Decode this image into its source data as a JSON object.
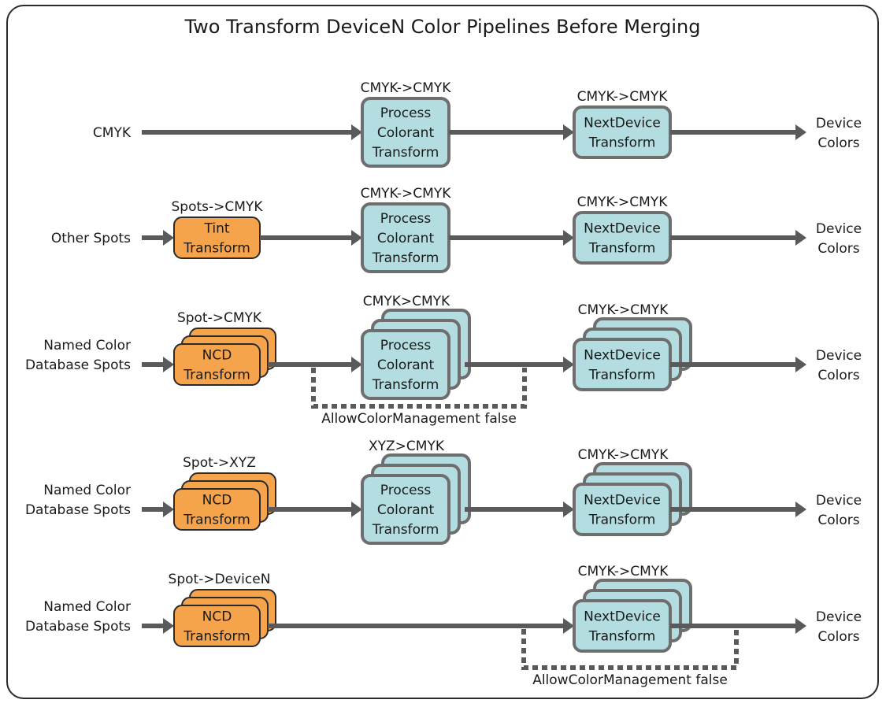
{
  "title": "Two Transform DeviceN Color Pipelines Before Merging",
  "colors": {
    "arrow": "#5a5a5a",
    "orange_fill": "#f6a44c",
    "orange_stroke": "#2a2a2a",
    "teal_fill": "#b3dde1",
    "teal_stroke": "#6e6e6e",
    "dash": "#5a5a5a"
  },
  "rows": [
    {
      "input": [
        "CMYK"
      ],
      "source": null,
      "process": {
        "header": "CMYK->CMYK",
        "lines": [
          "Process",
          "Colorant",
          "Transform"
        ],
        "stacked": false
      },
      "next": {
        "header": "CMYK->CMYK",
        "lines": [
          "NextDevice",
          "Transform"
        ],
        "stacked": false
      },
      "output": [
        "Device",
        "Colors"
      ]
    },
    {
      "input": [
        "Other Spots"
      ],
      "source": {
        "header": "Spots->CMYK",
        "lines": [
          "Tint",
          "Transform"
        ],
        "stacked": false
      },
      "process": {
        "header": "CMYK->CMYK",
        "lines": [
          "Process",
          "Colorant",
          "Transform"
        ],
        "stacked": false
      },
      "next": {
        "header": "CMYK->CMYK",
        "lines": [
          "NextDevice",
          "Transform"
        ],
        "stacked": false
      },
      "output": [
        "Device",
        "Colors"
      ]
    },
    {
      "input": [
        "Named Color",
        "Database Spots"
      ],
      "source": {
        "header": "Spot->CMYK",
        "lines": [
          "NCD",
          "Transform"
        ],
        "stacked": true
      },
      "process": {
        "header": "CMYK>CMYK",
        "lines": [
          "Process",
          "Colorant",
          "Transform"
        ],
        "stacked": true
      },
      "next": {
        "header": "CMYK->CMYK",
        "lines": [
          "NextDevice",
          "Transform"
        ],
        "stacked": true
      },
      "output": [
        "Device",
        "Colors"
      ],
      "bypass": "AllowColorManagement false"
    },
    {
      "input": [
        "Named Color",
        "Database Spots"
      ],
      "source": {
        "header": "Spot->XYZ",
        "lines": [
          "NCD",
          "Transform"
        ],
        "stacked": true
      },
      "process": {
        "header": "XYZ>CMYK",
        "lines": [
          "Process",
          "Colorant",
          "Transform"
        ],
        "stacked": true
      },
      "next": {
        "header": "CMYK->CMYK",
        "lines": [
          "NextDevice",
          "Transform"
        ],
        "stacked": true
      },
      "output": [
        "Device",
        "Colors"
      ]
    },
    {
      "input": [
        "Named Color",
        "Database Spots"
      ],
      "source": {
        "header": "Spot->DeviceN",
        "lines": [
          "NCD",
          "Transform"
        ],
        "stacked": true
      },
      "process": null,
      "next": {
        "header": "CMYK->CMYK",
        "lines": [
          "NextDevice",
          "Transform"
        ],
        "stacked": true
      },
      "output": [
        "Device",
        "Colors"
      ],
      "bypass": "AllowColorManagement false"
    }
  ]
}
